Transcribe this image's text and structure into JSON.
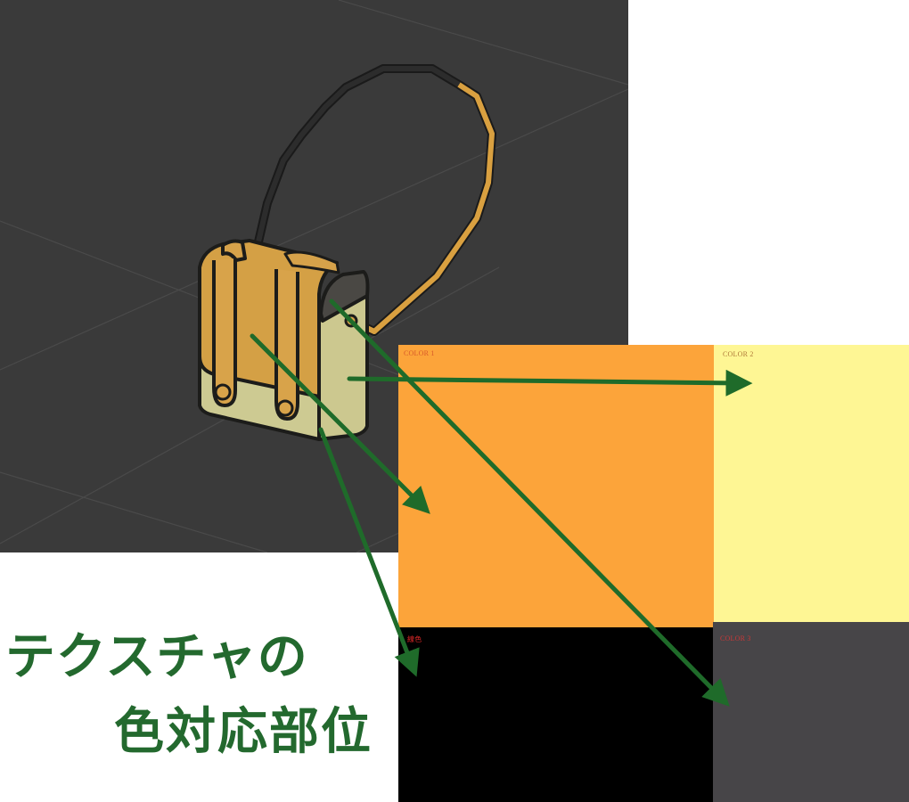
{
  "viewport": {
    "background": "#3a3a3a",
    "grid_color": "#4c4c4c",
    "model": "shoulder-bag",
    "model_colors": {
      "flap": "#d4a045",
      "body": "#cdca92",
      "outline": "#1c1c1a",
      "strap_light": "#d9a040",
      "strap_dark": "#222222",
      "top_inner": "#4a4844"
    }
  },
  "texture": {
    "quadrants": [
      {
        "id": "color1",
        "label": "COLOR 1",
        "color": "#fca43a"
      },
      {
        "id": "color2",
        "label": "COLOR 2",
        "color": "#fef694"
      },
      {
        "id": "line",
        "label": "線色",
        "color": "#000000"
      },
      {
        "id": "color3",
        "label": "COLOR 3",
        "color": "#474548"
      }
    ]
  },
  "caption": {
    "line1": "テクスチャの",
    "line2": "色対応部位",
    "color": "#23692e"
  },
  "arrows": {
    "color": "#1f6b2a",
    "mappings": [
      {
        "from": "flap",
        "to": "COLOR 1"
      },
      {
        "from": "side-panel",
        "to": "COLOR 2"
      },
      {
        "from": "outline",
        "to": "線色"
      },
      {
        "from": "top-inner",
        "to": "COLOR 3"
      }
    ]
  }
}
